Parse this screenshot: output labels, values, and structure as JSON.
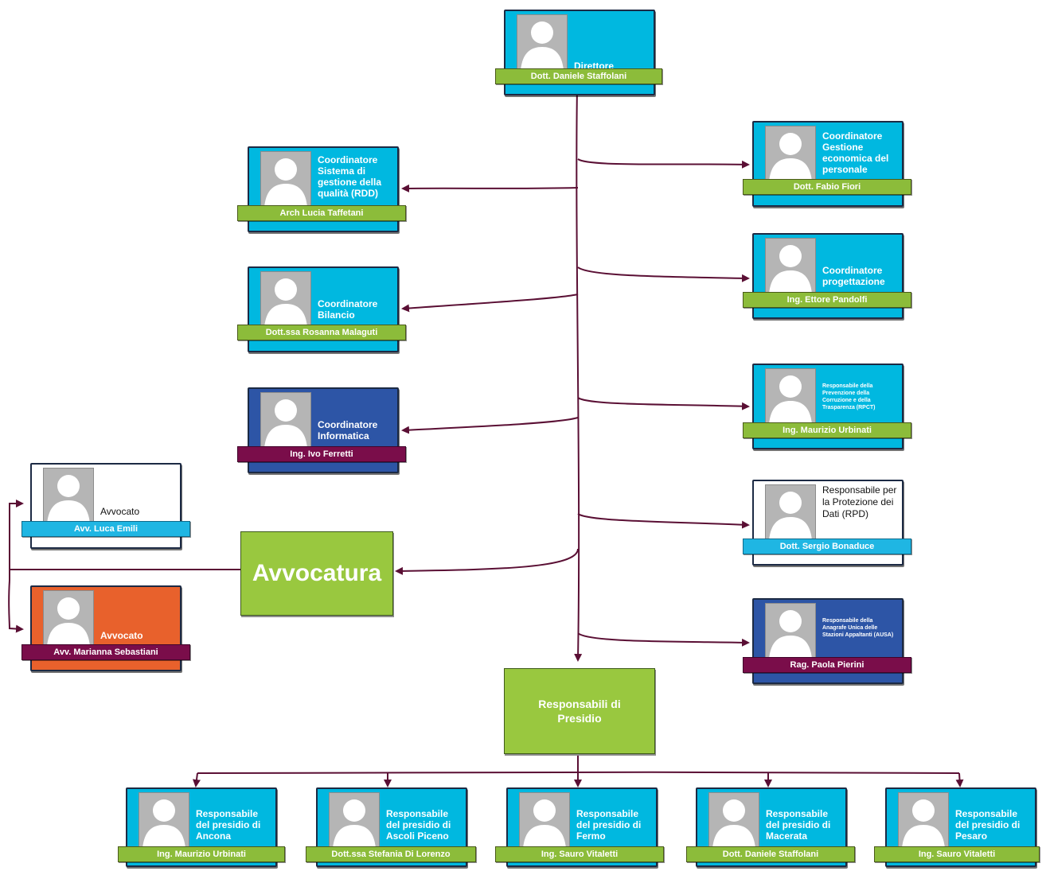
{
  "director": {
    "role": "Direttore",
    "name": "Dott. Daniele Staffolani"
  },
  "left": [
    {
      "role": "Coordinatore Sistema di gestione della qualità (RDD)",
      "name": "Arch Lucia Taffetani"
    },
    {
      "role": "Coordinatore Bilancio",
      "name": "Dott.ssa Rosanna Malaguti"
    },
    {
      "role": "Coordinatore Informatica",
      "name": "Ing. Ivo Ferretti"
    }
  ],
  "right": [
    {
      "role": "Coordinatore Gestione economica del personale",
      "name": "Dott. Fabio Fiori"
    },
    {
      "role": "Coordinatore progettazione",
      "name": "Ing. Ettore Pandolfi"
    },
    {
      "role": "Responsabile della Prevenzione della Corruzione e della Trasparenza (RPCT)",
      "name": "Ing. Maurizio Urbinati"
    },
    {
      "role": "Responsabile per la Protezione dei Dati (RPD)",
      "name": "Dott. Sergio Bonaduce"
    },
    {
      "role": "Responsabile della Anagrafe Unica delle Stazioni Appaltanti (AUSA)",
      "name": "Rag. Paola Pierini"
    }
  ],
  "avvocatura": {
    "title": "Avvocatura",
    "members": [
      {
        "role": "Avvocato",
        "name": "Avv. Luca Emili"
      },
      {
        "role": "Avvocato",
        "name": "Avv. Marianna Sebastiani"
      }
    ]
  },
  "presidio": {
    "title": "Responsabili di Presidio",
    "members": [
      {
        "role": "Responsabile del presidio di Ancona",
        "name": "Ing. Maurizio Urbinati"
      },
      {
        "role": "Responsabile del presidio di Ascoli Piceno",
        "name": "Dott.ssa Stefania Di Lorenzo"
      },
      {
        "role": "Responsabile del presidio di Fermo",
        "name": "Ing. Sauro Vitaletti"
      },
      {
        "role": "Responsabile del presidio di Macerata",
        "name": "Dott. Daniele Staffolani"
      },
      {
        "role": "Responsabile del presidio di Pesaro",
        "name": "Ing. Sauro Vitaletti"
      }
    ]
  },
  "colors": {
    "connector": "#5a0f34",
    "card_cyan": "#00b8e0",
    "card_blue": "#2d55a6",
    "card_orange": "#e8612c",
    "ribbon_green": "#8cbc3a",
    "ribbon_maroon": "#7a0d4a",
    "box_green": "#99c83f"
  }
}
